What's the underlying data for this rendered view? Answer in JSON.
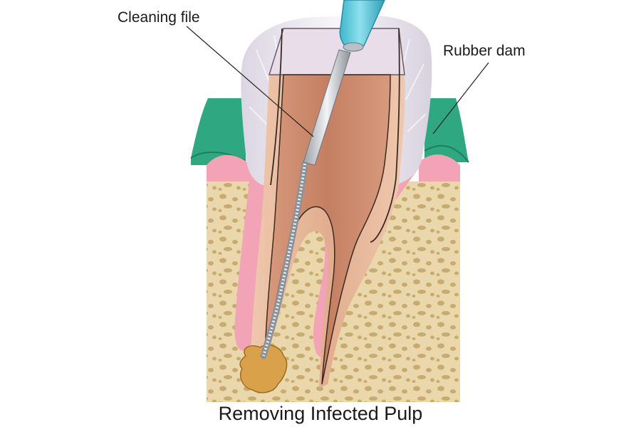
{
  "labels": {
    "cleaning_file": "Cleaning file",
    "rubber_dam": "Rubber dam"
  },
  "caption": "Removing Infected Pulp",
  "colors": {
    "background": "#ffffff",
    "bone": "#e8d6a8",
    "bone_pores": "#c9ad72",
    "gum": "#f2a3b5",
    "rubber_dam": "#2fa882",
    "enamel": "#ece8f0",
    "dentin": "#e6b79a",
    "pulp": "#c9876b",
    "infection": "#d9a24a",
    "instrument_handle": "#4fc6dc",
    "instrument_shaft": "#c8ccd0"
  }
}
